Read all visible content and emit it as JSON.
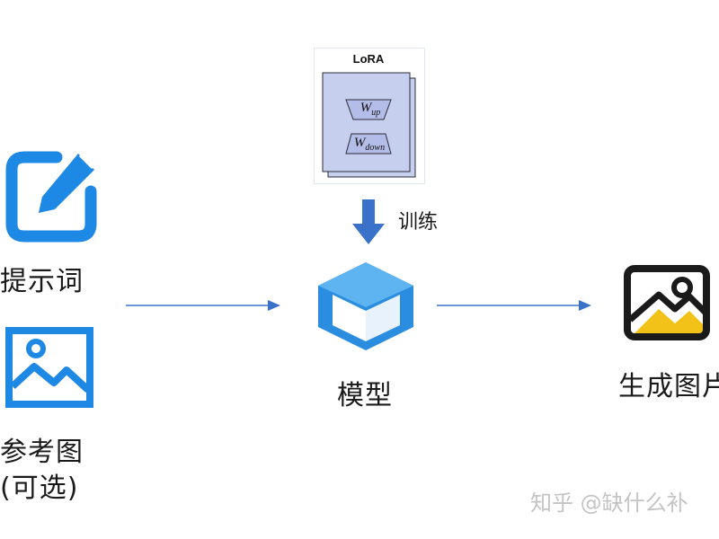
{
  "lora": {
    "title": "LoRA",
    "w_up": {
      "base": "W",
      "sub": "up"
    },
    "w_down": {
      "base": "W",
      "sub": "down"
    }
  },
  "train_label": "训练",
  "inputs": {
    "prompt_label": "提示词",
    "reference_label_line1": "参考图",
    "reference_label_line2": "(可选)"
  },
  "model_label": "模型",
  "output_label": "生成图片",
  "watermark": "知乎 @缺什么补",
  "colors": {
    "accent_blue": "#1e88e5",
    "arrow_blue": "#3a72c9",
    "lora_fill": "#c7cfee",
    "output_yellow": "#f2c218"
  }
}
